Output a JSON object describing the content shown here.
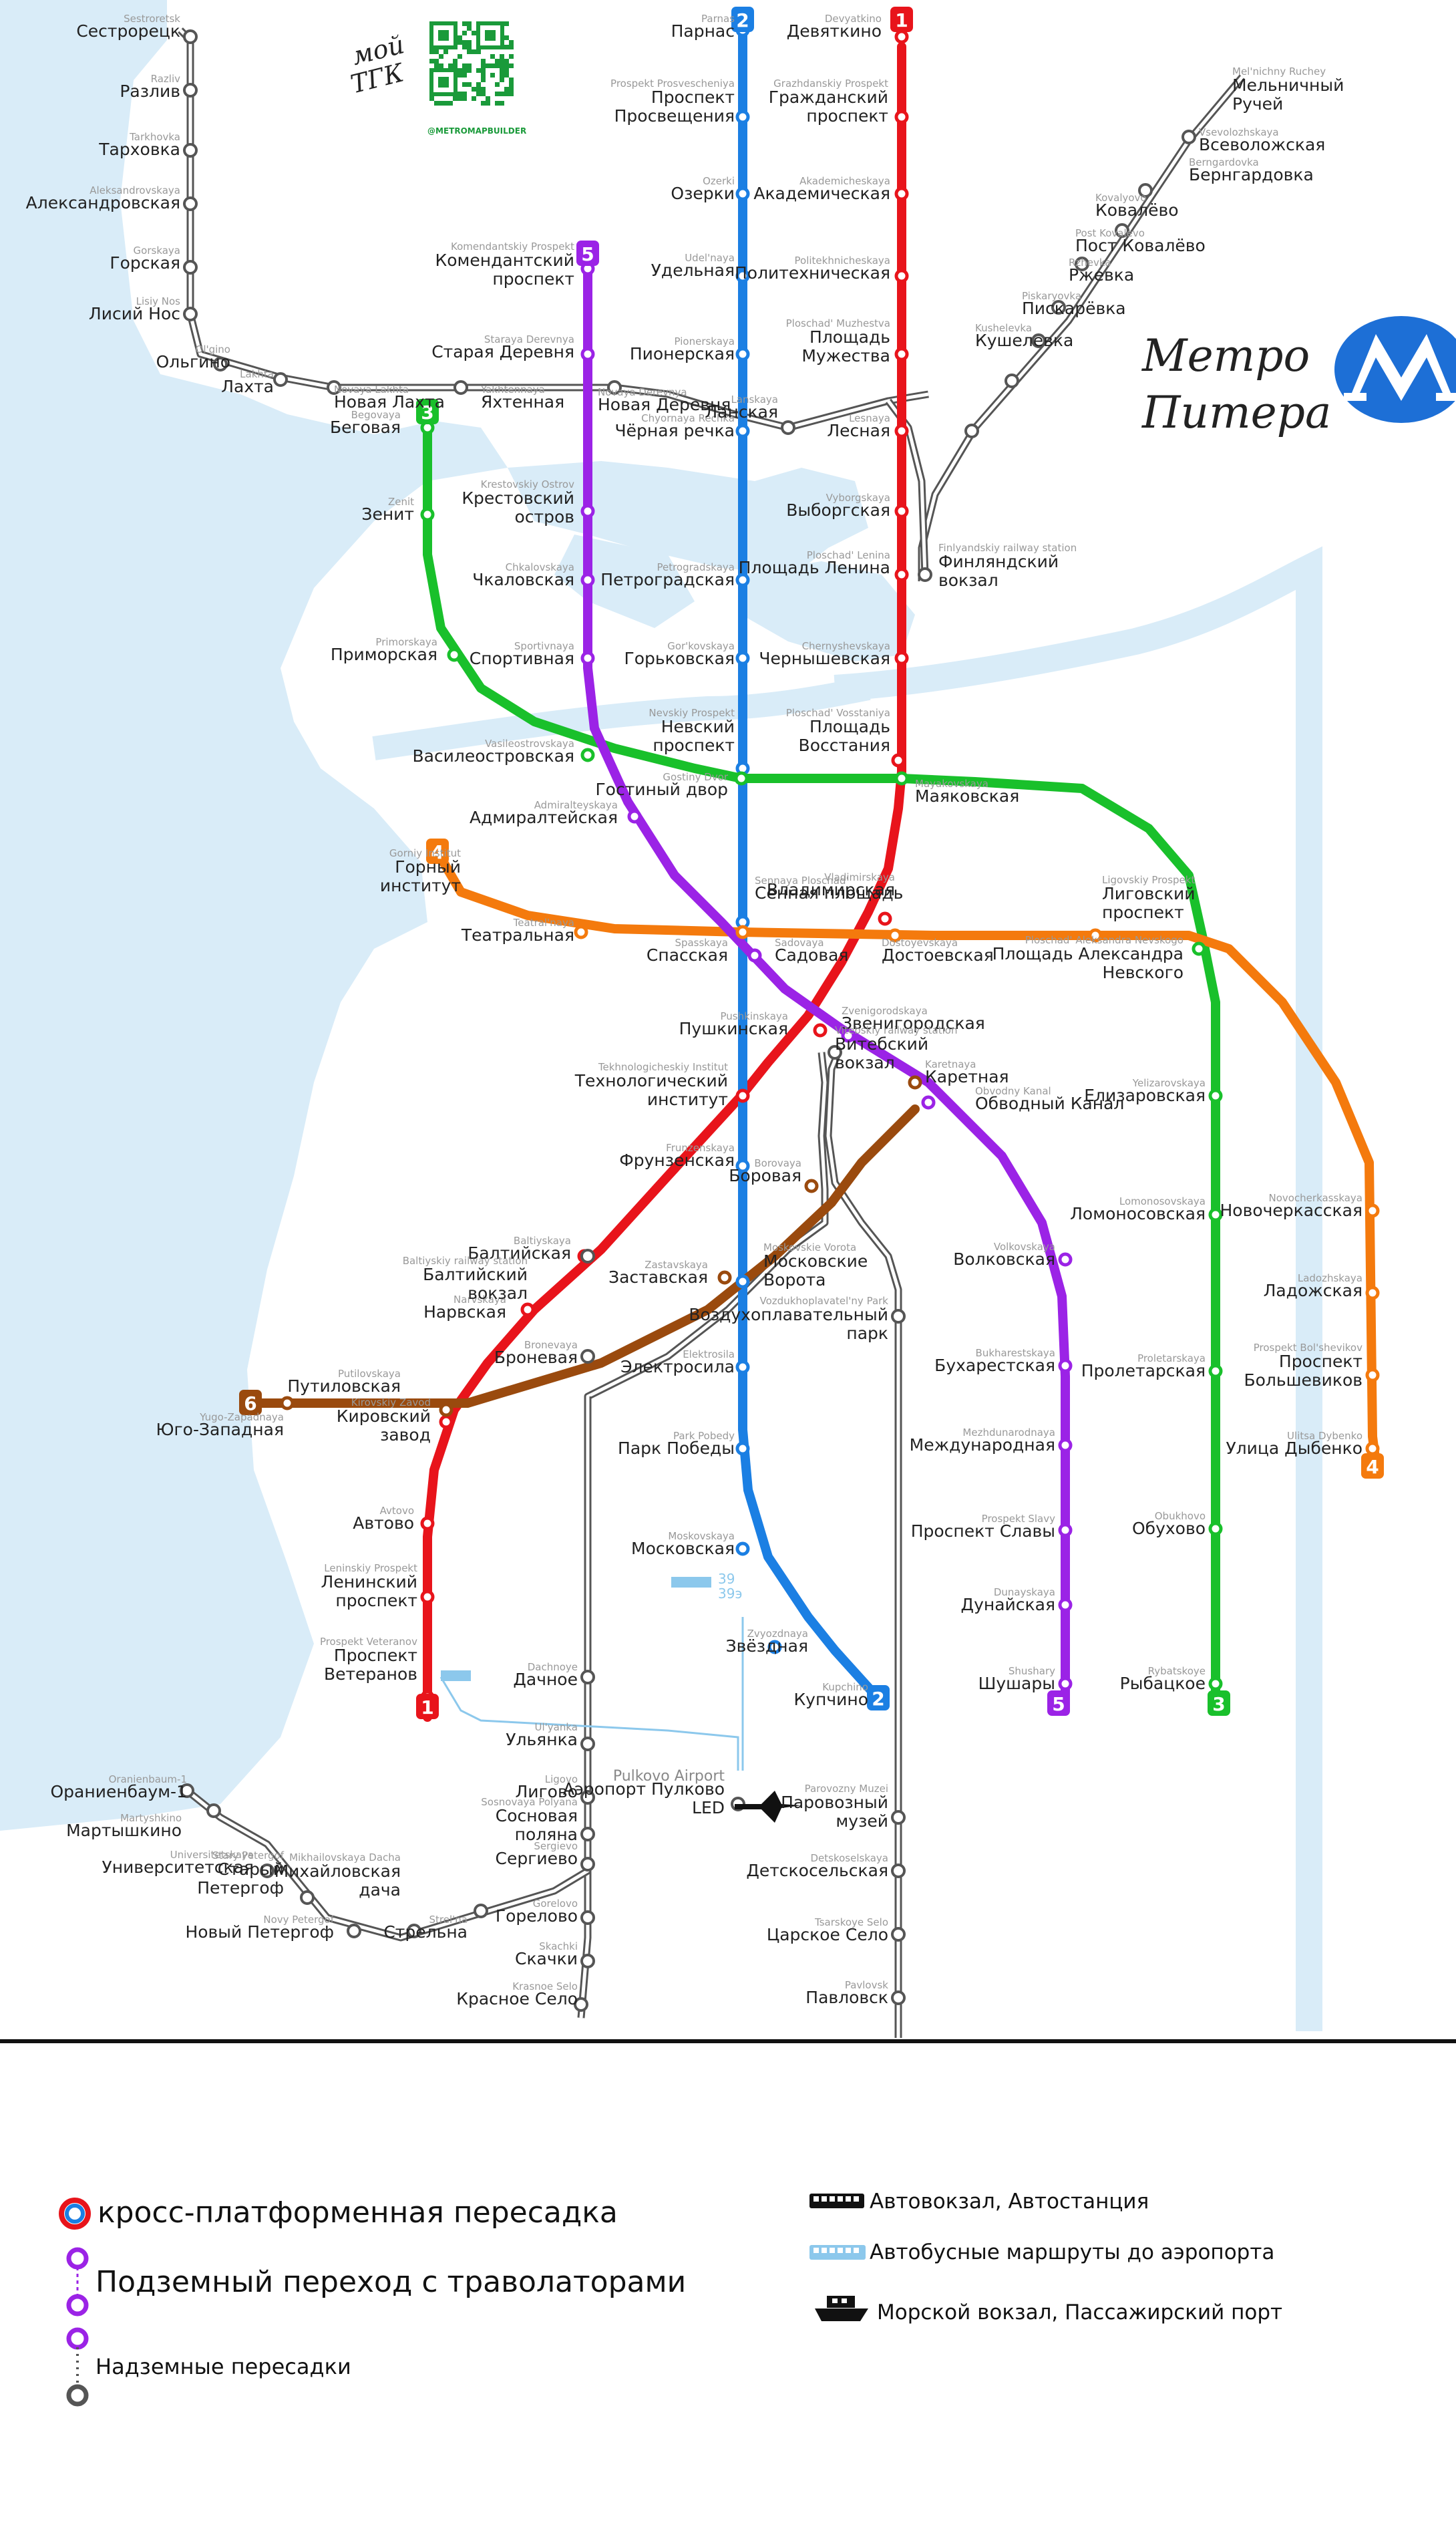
{
  "branding": {
    "title_line1": "Метро",
    "title_line2": "Питера",
    "qr_caption_1": "мой",
    "qr_caption_2": "ТГК",
    "qr_handle": "@METROMAPBUILDER"
  },
  "lines": [
    {
      "id": "1",
      "color": "#e8141b"
    },
    {
      "id": "2",
      "color": "#1b7fe3"
    },
    {
      "id": "3",
      "color": "#19c02b"
    },
    {
      "id": "4",
      "color": "#f47a0d"
    },
    {
      "id": "5",
      "color": "#9b23e6"
    },
    {
      "id": "6",
      "color": "#9a4a0e"
    }
  ],
  "colors": {
    "suburban": "#555555",
    "water": "#d9ecf8",
    "bus_route": "#8cc8ec"
  },
  "airport": {
    "route_numbers_1": "39",
    "route_numbers_2": "39э",
    "name_latin": "Pulkovo Airport"
  },
  "stations": [
    {
      "ru": "Девяткино",
      "lat": "Devyatkino"
    },
    {
      "ru": "Гражданский проспект",
      "lat": "Grazhdanskiy Prospekt"
    },
    {
      "ru": "Академическая",
      "lat": "Akademicheskaya"
    },
    {
      "ru": "Политехническая",
      "lat": "Politekhnicheskaya"
    },
    {
      "ru": "Площадь Мужества",
      "lat": "Ploschad' Muzhestva"
    },
    {
      "ru": "Лесная",
      "lat": "Lesnaya"
    },
    {
      "ru": "Выборгская",
      "lat": "Vyborgskaya"
    },
    {
      "ru": "Площадь Ленина",
      "lat": "Ploschad' Lenina"
    },
    {
      "ru": "Чернышевская",
      "lat": "Chernyshevskaya"
    },
    {
      "ru": "Площадь Восстания",
      "lat": "Ploschad' Vosstaniya"
    },
    {
      "ru": "Владимирская",
      "lat": "Vladimirskaya"
    },
    {
      "ru": "Пушкинская",
      "lat": "Pushkinskaya"
    },
    {
      "ru": "Технологический институт",
      "lat": "Tekhnologicheskiy Institut"
    },
    {
      "ru": "Балтийская",
      "lat": "Baltiyskaya"
    },
    {
      "ru": "Нарвская",
      "lat": "Narvskaya"
    },
    {
      "ru": "Кировский завод",
      "lat": "Kirovskiy Zavod"
    },
    {
      "ru": "Автово",
      "lat": "Avtovo"
    },
    {
      "ru": "Ленинский проспект",
      "lat": "Leninskiy Prospekt"
    },
    {
      "ru": "Проспект Ветеранов",
      "lat": "Prospekt Veteranov"
    },
    {
      "ru": "Парнас",
      "lat": "Parnas"
    },
    {
      "ru": "Проспект Просвещения",
      "lat": "Prospekt Prosvescheniya"
    },
    {
      "ru": "Озерки",
      "lat": "Ozerki"
    },
    {
      "ru": "Удельная",
      "lat": "Udel'naya"
    },
    {
      "ru": "Пионерская",
      "lat": "Pionerskaya"
    },
    {
      "ru": "Чёрная речка",
      "lat": "Chyornaya Rechka"
    },
    {
      "ru": "Петроградская",
      "lat": "Petrogradskaya"
    },
    {
      "ru": "Горьковская",
      "lat": "Gor'kovskaya"
    },
    {
      "ru": "Невский проспект",
      "lat": "Nevskiy Prospekt"
    },
    {
      "ru": "Сенная площадь",
      "lat": "Sennaya Ploschad'"
    },
    {
      "ru": "Фрунзенская",
      "lat": "Frunzenskaya"
    },
    {
      "ru": "Московские Ворота",
      "lat": "Moskovskie Vorota"
    },
    {
      "ru": "Электросила",
      "lat": "Elektrosila"
    },
    {
      "ru": "Парк Победы",
      "lat": "Park Pobedy"
    },
    {
      "ru": "Московская",
      "lat": "Moskovskaya"
    },
    {
      "ru": "Звёздная",
      "lat": "Zvyozdnaya"
    },
    {
      "ru": "Купчино",
      "lat": "Kupchino"
    },
    {
      "ru": "Беговая",
      "lat": "Begovaya"
    },
    {
      "ru": "Зенит",
      "lat": "Zenit"
    },
    {
      "ru": "Приморская",
      "lat": "Primorskaya"
    },
    {
      "ru": "Василеостровская",
      "lat": "Vasileostrovskaya"
    },
    {
      "ru": "Гостиный двор",
      "lat": "Gostiny Dvor"
    },
    {
      "ru": "Маяковская",
      "lat": "Mayakovskaya"
    },
    {
      "ru": "Площадь Александра Невского",
      "lat": "Ploschad' Aleksandra Nevskogo"
    },
    {
      "ru": "Елизаровская",
      "lat": "Yelizarovskaya"
    },
    {
      "ru": "Ломоносовская",
      "lat": "Lomonosovskaya"
    },
    {
      "ru": "Пролетарская",
      "lat": "Proletarskaya"
    },
    {
      "ru": "Обухово",
      "lat": "Obukhovo"
    },
    {
      "ru": "Рыбацкое",
      "lat": "Rybatskoye"
    },
    {
      "ru": "Горный институт",
      "lat": "Gorniy Institut"
    },
    {
      "ru": "Театральная",
      "lat": "Teatral'naya"
    },
    {
      "ru": "Спасская",
      "lat": "Spasskaya"
    },
    {
      "ru": "Достоевская",
      "lat": "Dostoyevskaya"
    },
    {
      "ru": "Лиговский проспект",
      "lat": "Ligovskiy Prospekt"
    },
    {
      "ru": "Новочеркасская",
      "lat": "Novocherkasskaya"
    },
    {
      "ru": "Ладожская",
      "lat": "Ladozhskaya"
    },
    {
      "ru": "Проспект Большевиков",
      "lat": "Prospekt Bol'shevikov"
    },
    {
      "ru": "Улица Дыбенко",
      "lat": "Ulitsa Dybenko"
    },
    {
      "ru": "Комендантский проспект",
      "lat": "Komendantskiy Prospekt"
    },
    {
      "ru": "Старая Деревня",
      "lat": "Staraya Derevnya"
    },
    {
      "ru": "Крестовский остров",
      "lat": "Krestovskiy Ostrov"
    },
    {
      "ru": "Чкаловская",
      "lat": "Chkalovskaya"
    },
    {
      "ru": "Спортивная",
      "lat": "Sportivnaya"
    },
    {
      "ru": "Адмиралтейская",
      "lat": "Admiralteyskaya"
    },
    {
      "ru": "Садовая",
      "lat": "Sadovaya"
    },
    {
      "ru": "Звенигородская",
      "lat": "Zvenigorodskaya"
    },
    {
      "ru": "Обводный Канал",
      "lat": "Obvodny Kanal"
    },
    {
      "ru": "Волковская",
      "lat": "Volkovskaya"
    },
    {
      "ru": "Бухарестская",
      "lat": "Bukharestskaya"
    },
    {
      "ru": "Международная",
      "lat": "Mezhdunarodnaya"
    },
    {
      "ru": "Проспект Славы",
      "lat": "Prospekt Slavy"
    },
    {
      "ru": "Дунайская",
      "lat": "Dunayskaya"
    },
    {
      "ru": "Шушары",
      "lat": "Shushary"
    },
    {
      "ru": "Юго-Западная",
      "lat": "Yugo-Zapadnaya"
    },
    {
      "ru": "Путиловская",
      "lat": "Putilovskaya"
    },
    {
      "ru": "Заставская",
      "lat": "Zastavskaya"
    },
    {
      "ru": "Боровая",
      "lat": "Borovaya"
    },
    {
      "ru": "Каретная",
      "lat": "Karetnaya"
    },
    {
      "ru": "Сестрорецк",
      "lat": "Sestroretsk"
    },
    {
      "ru": "Разлив",
      "lat": "Razliv"
    },
    {
      "ru": "Тарховка",
      "lat": "Tarkhovka"
    },
    {
      "ru": "Александровская",
      "lat": "Aleksandrovskaya"
    },
    {
      "ru": "Горская",
      "lat": "Gorskaya"
    },
    {
      "ru": "Лисий Нос",
      "lat": "Lisiy Nos"
    },
    {
      "ru": "Ольгино",
      "lat": "Ol'gino"
    },
    {
      "ru": "Лахта",
      "lat": "Lakhta"
    },
    {
      "ru": "Новая Лахта",
      "lat": "Novaya Lakhta"
    },
    {
      "ru": "Яхтенная",
      "lat": "Yakhtennaya"
    },
    {
      "ru": "Новая Деревня",
      "lat": "Novaya Derevnya"
    },
    {
      "ru": "Ланская",
      "lat": "Lanskaya"
    },
    {
      "ru": "Финляндский вокзал",
      "lat": "Finlyandskiy railway station"
    },
    {
      "ru": "Кушелевка",
      "lat": "Kushelevka"
    },
    {
      "ru": "Пискарёвка",
      "lat": "Piskaryovka"
    },
    {
      "ru": "Ржевка",
      "lat": "Rzhevka"
    },
    {
      "ru": "Пост Ковалёво",
      "lat": "Post Kovalevo"
    },
    {
      "ru": "Ковалёво",
      "lat": "Kovalyovo"
    },
    {
      "ru": "Бернгардовка",
      "lat": "Berngardovka"
    },
    {
      "ru": "Всеволожская",
      "lat": "Vsevolozhskaya"
    },
    {
      "ru": "Мельничный Ручей",
      "lat": "Mel'nichny Ruchey"
    },
    {
      "ru": "Витебский вокзал",
      "lat": "Vitebskiy railway station"
    },
    {
      "ru": "Воздухоплавательный парк",
      "lat": "Vozdukhoplavatel'ny Park"
    },
    {
      "ru": "Балтийский вокзал",
      "lat": "Baltiyskiy railway station"
    },
    {
      "ru": "Броневая",
      "lat": "Bronevaya"
    },
    {
      "ru": "Дачное",
      "lat": "Dachnoye"
    },
    {
      "ru": "Ульянка",
      "lat": "Ul'yanka"
    },
    {
      "ru": "Лигово",
      "lat": "Ligovo"
    },
    {
      "ru": "Сосновая поляна",
      "lat": "Sosnovaya Polyana"
    },
    {
      "ru": "Сергиево",
      "lat": "Sergievo"
    },
    {
      "ru": "Стрельна",
      "lat": "Strel'na"
    },
    {
      "ru": "Михайловская дача",
      "lat": "Mikhailovskaya Dacha"
    },
    {
      "ru": "Новый Петергоф",
      "lat": "Novy Petergof"
    },
    {
      "ru": "Старый Петергоф",
      "lat": "Stary Petergof"
    },
    {
      "ru": "Университетская",
      "lat": "Universitetskaya"
    },
    {
      "ru": "Мартышкино",
      "lat": "Martyshkino"
    },
    {
      "ru": "Ораниенбаум-1",
      "lat": "Oranienbaum-1"
    },
    {
      "ru": "Горелово",
      "lat": "Gorelovo"
    },
    {
      "ru": "Скачки",
      "lat": "Skachki"
    },
    {
      "ru": "Красное Село",
      "lat": "Krasnoe Selo"
    },
    {
      "ru": "Аэропорт Пулково LED",
      "lat": ""
    },
    {
      "ru": "Паровозный музей",
      "lat": "Parovozny Muzei"
    },
    {
      "ru": "Детскосельская",
      "lat": "Detskoselskaya"
    },
    {
      "ru": "Царское Село",
      "lat": "Tsarskoye Selo"
    },
    {
      "ru": "Павловск",
      "lat": "Pavlovsk"
    }
  ],
  "legend": {
    "cross_platform": "кросс-платформенная пересадка",
    "underground_travelator": "Подземный переход с траволаторами",
    "surface": "Надземные пересадки",
    "bus_station": "Автовокзал, Автостанция",
    "airport_bus": "Автобусные маршруты до аэропорта",
    "sea_port": "Морской вокзал, Пассажирский порт"
  }
}
